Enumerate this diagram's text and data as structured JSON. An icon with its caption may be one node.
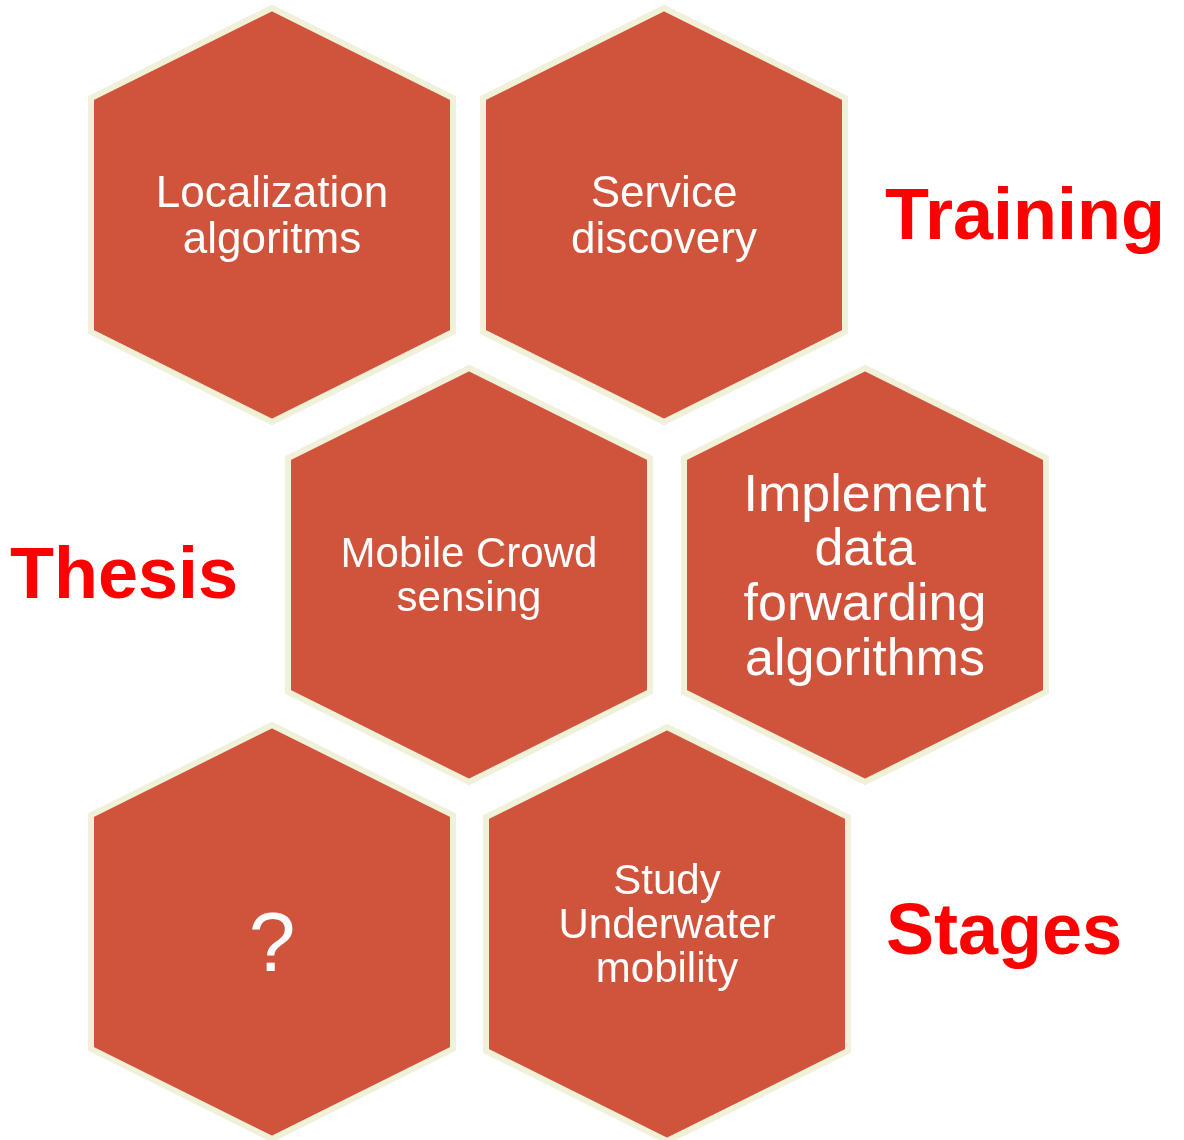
{
  "diagram": {
    "nodes": [
      {
        "text": [
          "Localization algoritms"
        ]
      },
      {
        "text": [
          "Service discovery"
        ]
      },
      {
        "text": [
          "Mobile Crowd sensing"
        ]
      },
      {
        "text": [
          "Implement data forwarding algorithms"
        ]
      },
      {
        "text": [
          "?"
        ]
      },
      {
        "text": [
          "Study Underwater mobility"
        ]
      }
    ],
    "labels": [
      "Training",
      "Thesis",
      "Stages"
    ]
  }
}
